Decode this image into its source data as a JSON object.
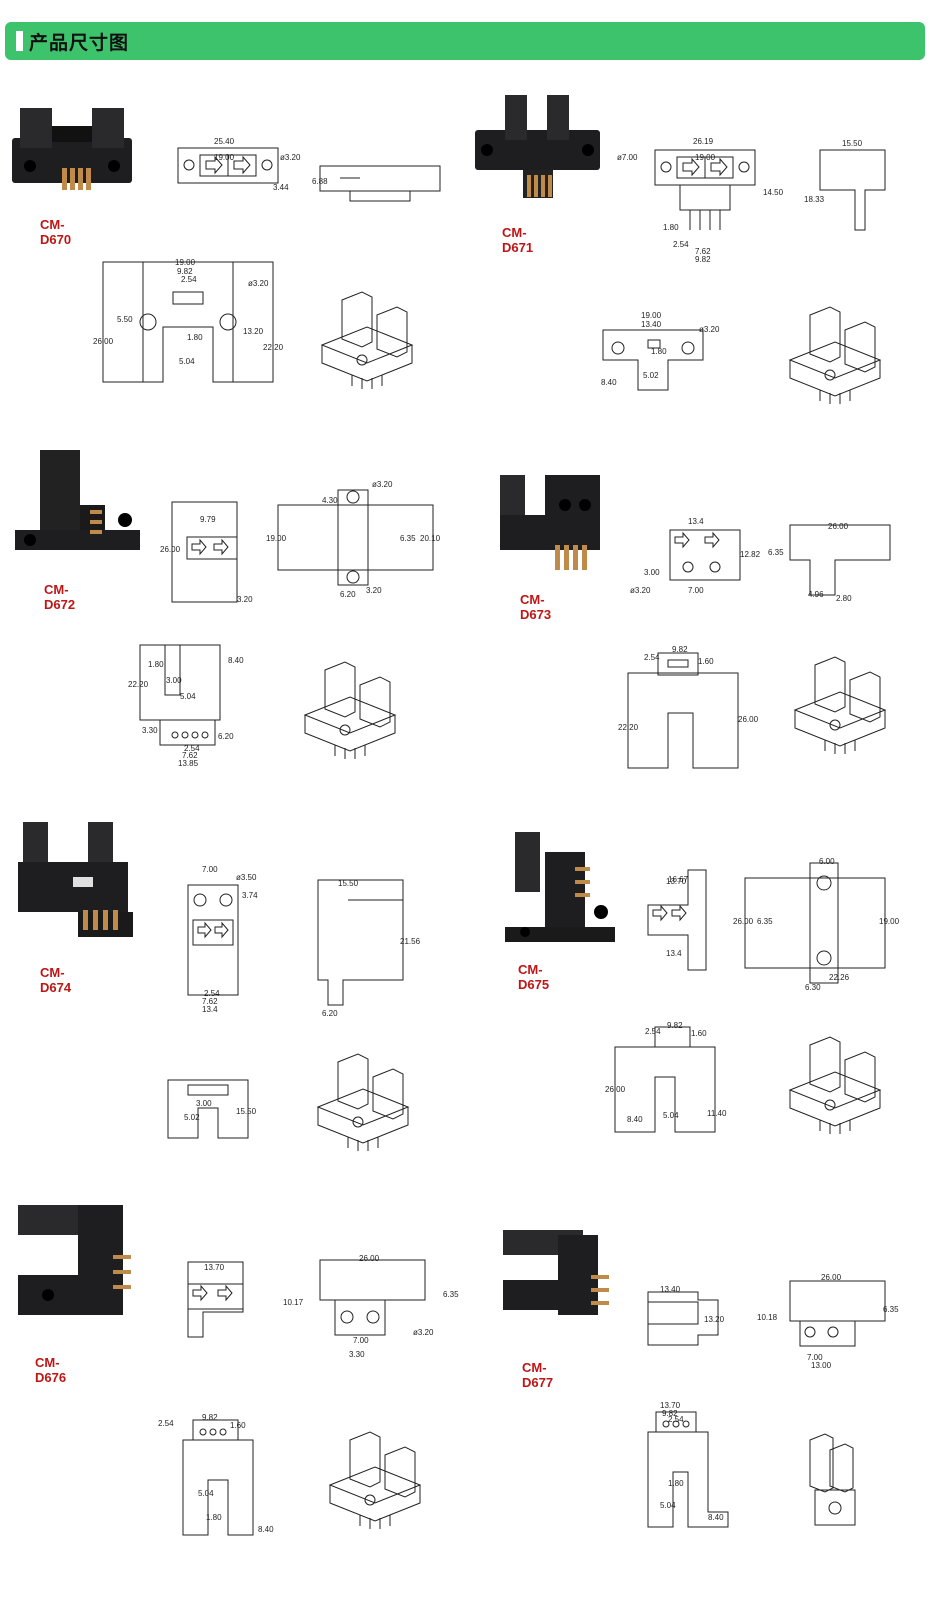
{
  "section": {
    "title": "产品尺寸图"
  },
  "products": [
    {
      "model": "CM-D670",
      "dims": [
        "25.40",
        "19.00",
        "ø3.20",
        "3.44",
        "6.88",
        "19.00",
        "9.82",
        "2.54",
        "ø3.20",
        "5.50",
        "26.00",
        "13.20",
        "22.20",
        "1.80",
        "5.04"
      ]
    },
    {
      "model": "CM-D671",
      "dims": [
        "26.19",
        "19.00",
        "ø7.00",
        "14.50",
        "15.50",
        "18.33",
        "1.80",
        "2.54",
        "7.62",
        "9.82",
        "19.00",
        "13.40",
        "ø3.20",
        "1.80",
        "8.40",
        "5.02"
      ]
    },
    {
      "model": "CM-D672",
      "dims": [
        "9.79",
        "26.00",
        "3.20",
        "ø3.20",
        "4.30",
        "19.00",
        "6.35",
        "20.10",
        "6.20",
        "3.20",
        "8.40",
        "1.80",
        "22.20",
        "3.00",
        "5.04",
        "3.30",
        "6.20",
        "2.54",
        "7.62",
        "13.85"
      ]
    },
    {
      "model": "CM-D673",
      "dims": [
        "13.4",
        "12.82",
        "3.00",
        "ø3.20",
        "7.00",
        "26.00",
        "6.35",
        "4.96",
        "2.80",
        "9.82",
        "2.54",
        "1.60",
        "22.20",
        "26.00"
      ]
    },
    {
      "model": "CM-D674",
      "dims": [
        "7.00",
        "ø3.50",
        "3.74",
        "2.54",
        "7.62",
        "13.4",
        "15.50",
        "21.56",
        "6.20",
        "3.00",
        "5.02",
        "15.50"
      ]
    },
    {
      "model": "CM-D675",
      "dims": [
        "16.67",
        "13.4",
        "6.00",
        "26.00",
        "6.35",
        "19.00",
        "22.26",
        "6.30",
        "9.82",
        "2.54",
        "1.60",
        "26.00",
        "8.40",
        "5.04",
        "11.40"
      ]
    },
    {
      "model": "CM-D676",
      "dims": [
        "13.70",
        "26.00",
        "10.17",
        "6.35",
        "ø3.20",
        "7.00",
        "3.30",
        "9.82",
        "2.54",
        "1.60",
        "5.04",
        "1.80",
        "8.40"
      ]
    },
    {
      "model": "CM-D677",
      "dims": [
        "13.40",
        "13.20",
        "26.00",
        "10.18",
        "6.35",
        "7.00",
        "13.00",
        "13.70",
        "9.82",
        "2.54",
        "1.80",
        "5.04",
        "8.40"
      ]
    }
  ]
}
